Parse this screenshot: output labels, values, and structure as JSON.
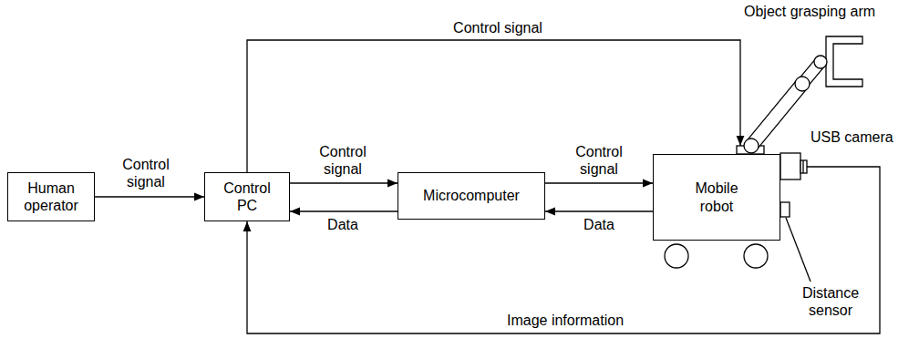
{
  "diagram": {
    "nodes": [
      {
        "text": [
          "Human operator"
        ]
      },
      {
        "text": [
          "Control PC"
        ]
      },
      {
        "text": [
          "Microcomputer"
        ]
      },
      {
        "text": [
          "Mobile robot"
        ]
      }
    ],
    "edges": [
      {
        "from": 0,
        "to": 1,
        "arrow": "to",
        "label": "Control signal"
      },
      {
        "from": 1,
        "to": 2,
        "arrow": "to",
        "label": "Control signal"
      },
      {
        "from": 2,
        "to": 1,
        "arrow": "to",
        "label": "Data"
      },
      {
        "from": 2,
        "to": 3,
        "arrow": "to",
        "label": "Control signal"
      },
      {
        "from": 3,
        "to": 2,
        "arrow": "to",
        "label": "Data"
      },
      {
        "from": 1,
        "to": 3,
        "arrow": "to",
        "label": "Control signal"
      },
      {
        "from": 3,
        "to": 1,
        "arrow": "to",
        "label": "Image information"
      }
    ],
    "labels": [
      "Object grasping arm",
      "USB camera",
      "Distance sensor"
    ]
  }
}
